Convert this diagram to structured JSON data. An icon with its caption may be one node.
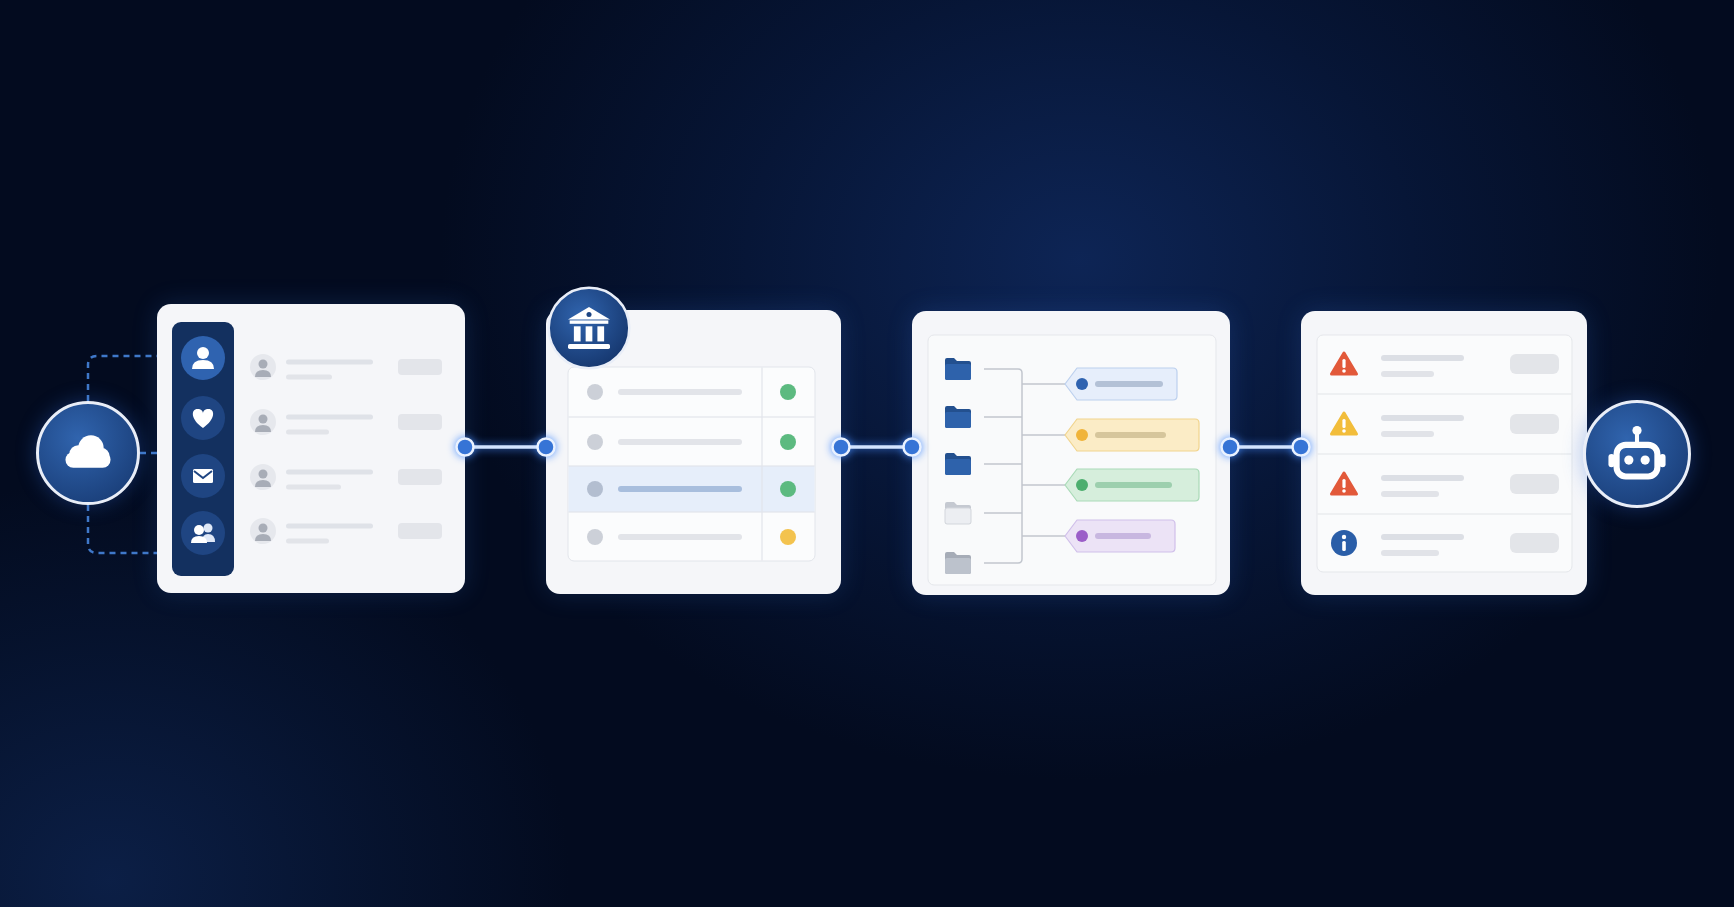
{
  "diagram": {
    "nodes": [
      {
        "text": [],
        "shape": "circle"
      },
      {
        "text": [],
        "shape": "box"
      },
      {
        "text": [],
        "shape": "box"
      },
      {
        "text": [],
        "shape": "box"
      },
      {
        "text": [],
        "shape": "box"
      },
      {
        "text": [],
        "shape": "circle"
      }
    ],
    "edges": [
      {
        "from": 0,
        "to": 1,
        "arrow": "none",
        "style": "dashed",
        "color": "#3f78c9"
      },
      {
        "from": 0,
        "to": 1,
        "arrow": "none",
        "style": "dashed",
        "color": "#3f78c9"
      },
      {
        "from": 0,
        "to": 1,
        "arrow": "none",
        "style": "dashed",
        "color": "#3f78c9"
      },
      {
        "from": 1,
        "to": 2,
        "arrow": "other",
        "color": "#d3e4ff"
      },
      {
        "from": 2,
        "to": 3,
        "arrow": "other",
        "color": "#d3e4ff"
      },
      {
        "from": 3,
        "to": 4,
        "arrow": "other",
        "color": "#d3e4ff"
      }
    ]
  }
}
